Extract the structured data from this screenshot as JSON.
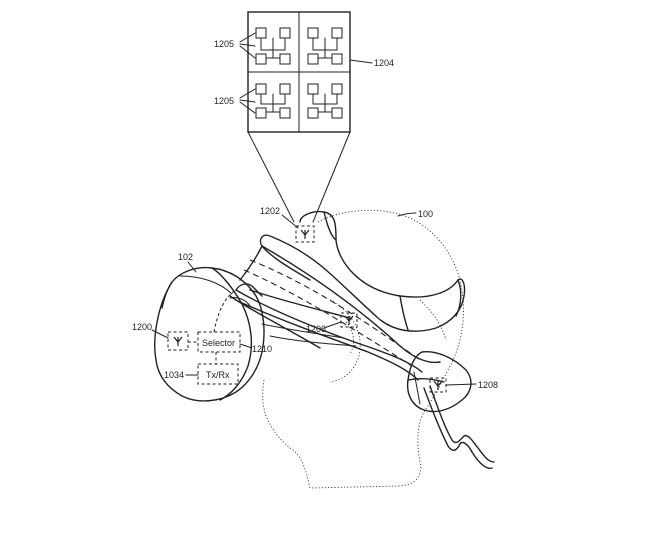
{
  "labels": {
    "antenna_group_top": "1205",
    "antenna_group_bottom": "1205",
    "array": "1204",
    "antenna_top": "1202",
    "device": "100",
    "headset": "102",
    "antenna_left": "1200",
    "selector": "Selector",
    "selector_ref": "1210",
    "txrx_ref": "1034",
    "txrx": "Tx/Rx",
    "antenna_strap": "1206",
    "antenna_back": "1208"
  },
  "icons": {
    "antenna": "antenna-icon"
  }
}
